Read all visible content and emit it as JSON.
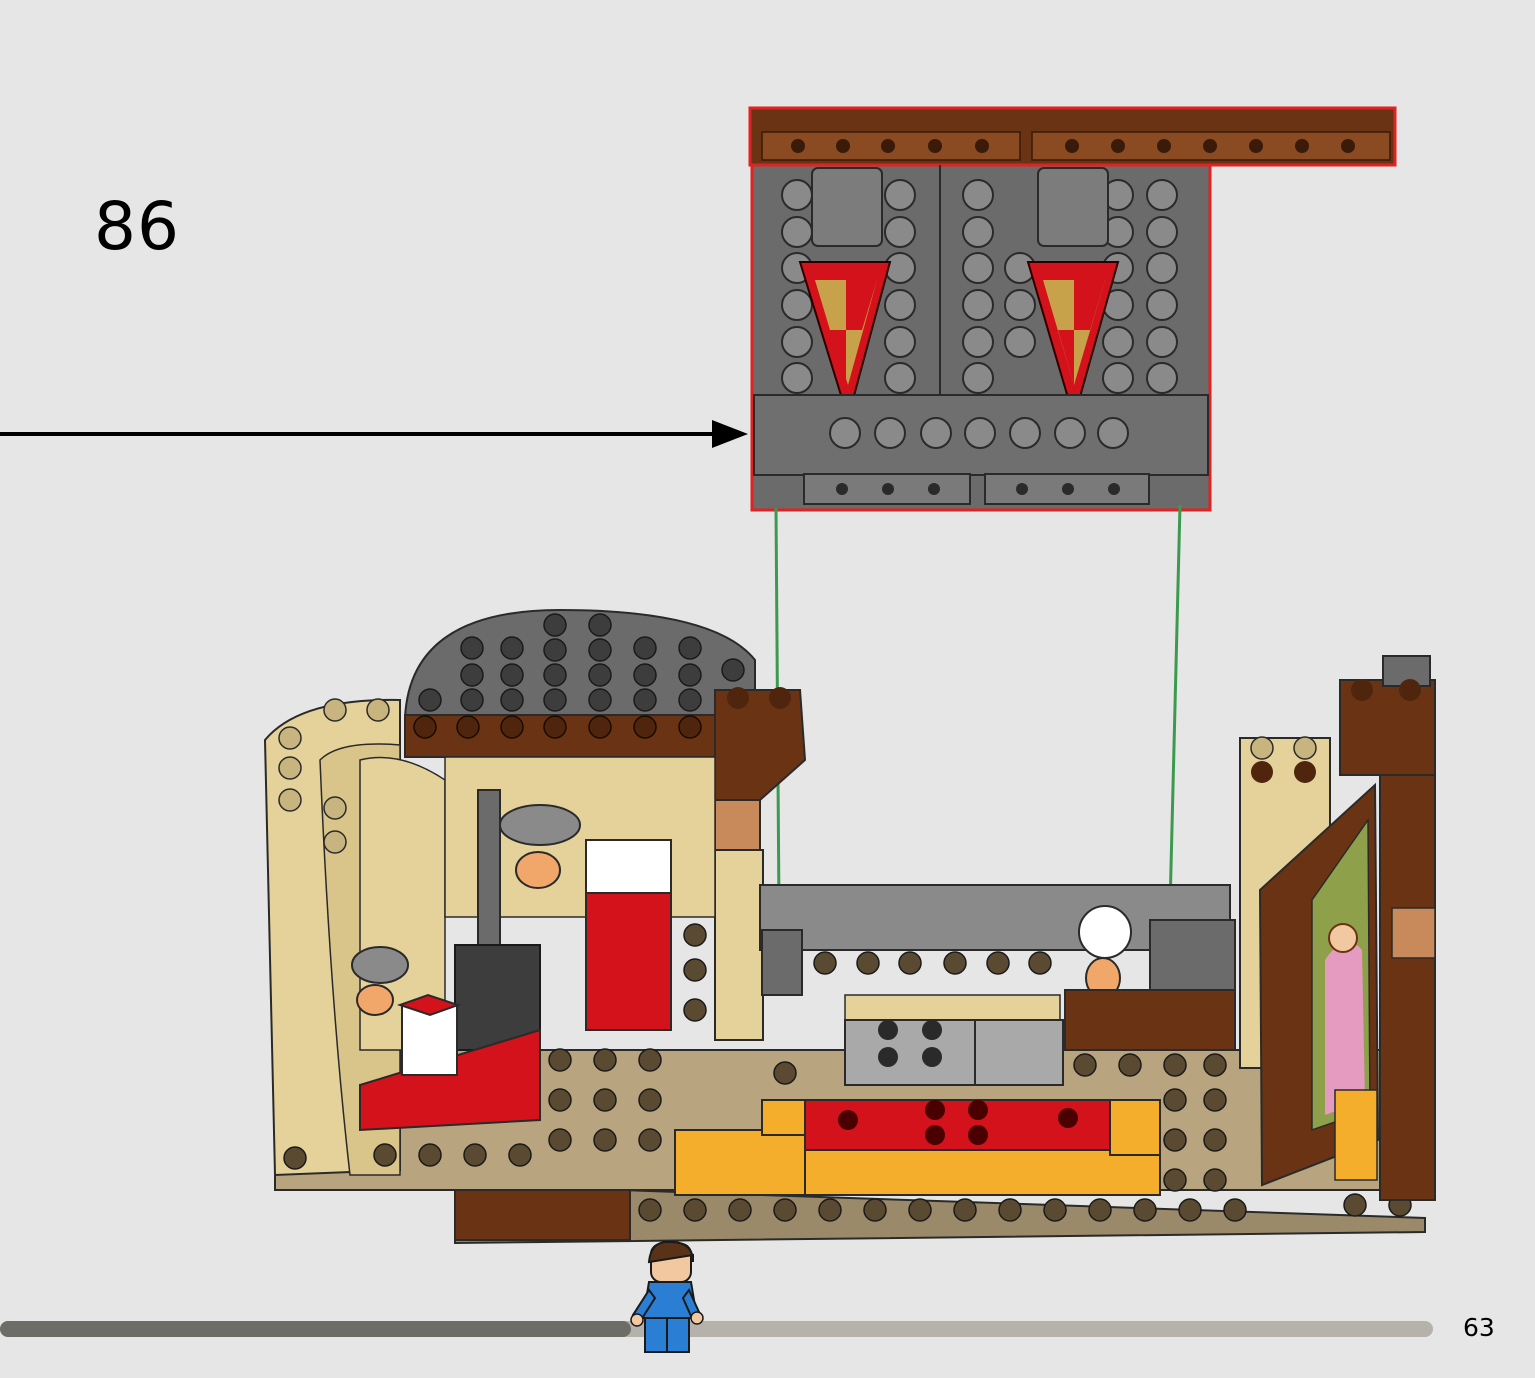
{
  "step": {
    "number": "86"
  },
  "footer": {
    "page_number": "63",
    "progress": 0.44
  },
  "palette": {
    "background": "#e6e6e6",
    "dark_gray": "#6b6b6b",
    "light_gray": "#a9a9a9",
    "brown": "#6a3414",
    "dark_brown": "#4f260d",
    "tan": "#e5d29a",
    "dark_tan": "#9b8a6a",
    "red": "#d3121b",
    "gold": "#c8a24a",
    "orange": "#f5ad2c",
    "highlight": "#e02222",
    "arrow_green": "#3c9a4f",
    "progress_track": "#b5b1ab",
    "progress_fill": "#6d6d68"
  },
  "icons": {
    "callout_arrow": "right-arrow-icon",
    "minifigure": "minifigure-icon"
  }
}
